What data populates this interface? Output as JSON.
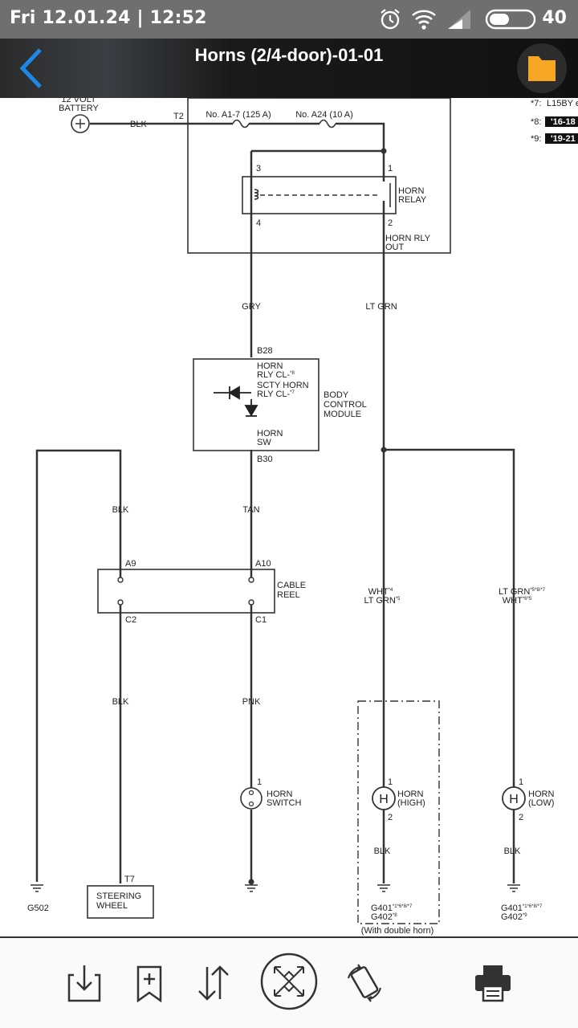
{
  "status_bar": {
    "time": "Fri 12.01.24 | 12:52",
    "battery": "40",
    "icons": [
      "alarm-icon",
      "wifi-icon",
      "signal-icon",
      "battery-icon"
    ]
  },
  "app_bar": {
    "title": "Horns (2/4-door)-01-01",
    "back_icon": "chevron-left-icon",
    "folder_icon": "folder-icon",
    "accent_color": "#1e88e5",
    "folder_color": "#f5a623"
  },
  "diagram": {
    "battery_label_1": "12 VOLT",
    "battery_label_2": "BATTERY",
    "wire_blk_top": "BLK",
    "terminal_t2": "T2",
    "fuse_1": "No. A1-7 (125 A)",
    "fuse_2": "No. A24 (10 A)",
    "notes": [
      {
        "id": "*7:",
        "text": "L15BY e"
      },
      {
        "id": "*8:",
        "text": "'16-18"
      },
      {
        "id": "*9:",
        "text": "'19-21"
      }
    ],
    "relay_pin_3": "3",
    "relay_pin_1": "1",
    "relay_pin_4": "4",
    "relay_pin_2": "2",
    "horn_relay_1": "HORN",
    "horn_relay_2": "RELAY",
    "horn_rly_out_1": "HORN RLY",
    "horn_rly_out_2": "OUT",
    "wire_gry": "GRY",
    "wire_lt_grn": "LT GRN",
    "bcm_b28": "B28",
    "bcm_line1": "HORN",
    "bcm_line2": "RLY CL-",
    "bcm_line2_sup": "*8",
    "bcm_line3": "SCTY HORN",
    "bcm_line4": "RLY CL-",
    "bcm_line4_sup": "*7",
    "bcm_horn": "HORN",
    "bcm_sw": "SW",
    "bcm_b30": "B30",
    "bcm_name_1": "BODY",
    "bcm_name_2": "CONTROL",
    "bcm_name_3": "MODULE",
    "wire_blk_left": "BLK",
    "wire_tan": "TAN",
    "reel_a9": "A9",
    "reel_a10": "A10",
    "reel_c2": "C2",
    "reel_c1": "C1",
    "cable_reel_1": "CABLE",
    "cable_reel_2": "REEL",
    "wire_wht_a": "WHT",
    "wire_wht_a_sup": "*4",
    "wire_ltgrn_a": "LT GRN",
    "wire_ltgrn_a_sup": "*5",
    "wire_ltgrn_b": "LT GRN",
    "wire_ltgrn_b_sup": "*5*8/*7",
    "wire_wht_b": "WHT",
    "wire_wht_b_sup": "*6*5",
    "wire_blk_lower": "BLK",
    "wire_pnk": "PNK",
    "switch_pin_1": "1",
    "horn_switch_1": "HORN",
    "horn_switch_2": "SWITCH",
    "horn_high_pin_1": "1",
    "horn_high_pin_2": "2",
    "horn_high_1": "HORN",
    "horn_high_2": "(HIGH)",
    "horn_low_pin_1": "1",
    "horn_low_pin_2": "2",
    "horn_low_1": "HORN",
    "horn_low_2": "(LOW)",
    "wire_blk_high": "BLK",
    "wire_blk_low": "BLK",
    "terminal_t7": "T7",
    "steering_1": "STEERING",
    "steering_2": "WHEEL",
    "ground_g502": "G502",
    "ground_high_1": "G401",
    "ground_high_1_sup": "*1*6*8/*7",
    "ground_high_2": "G402",
    "ground_high_2_sup": "*8",
    "double_horn_note": "(With double horn)",
    "ground_low_1": "G401",
    "ground_low_1_sup": "*1*6*8/*7",
    "ground_low_2": "G402",
    "ground_low_2_sup": "*9",
    "horn_symbol": "H"
  },
  "toolbar": {
    "buttons": [
      "download-icon",
      "bookmark-add-icon",
      "sort-icon",
      "fit-screen-icon",
      "rotate-icon",
      "print-icon"
    ]
  }
}
